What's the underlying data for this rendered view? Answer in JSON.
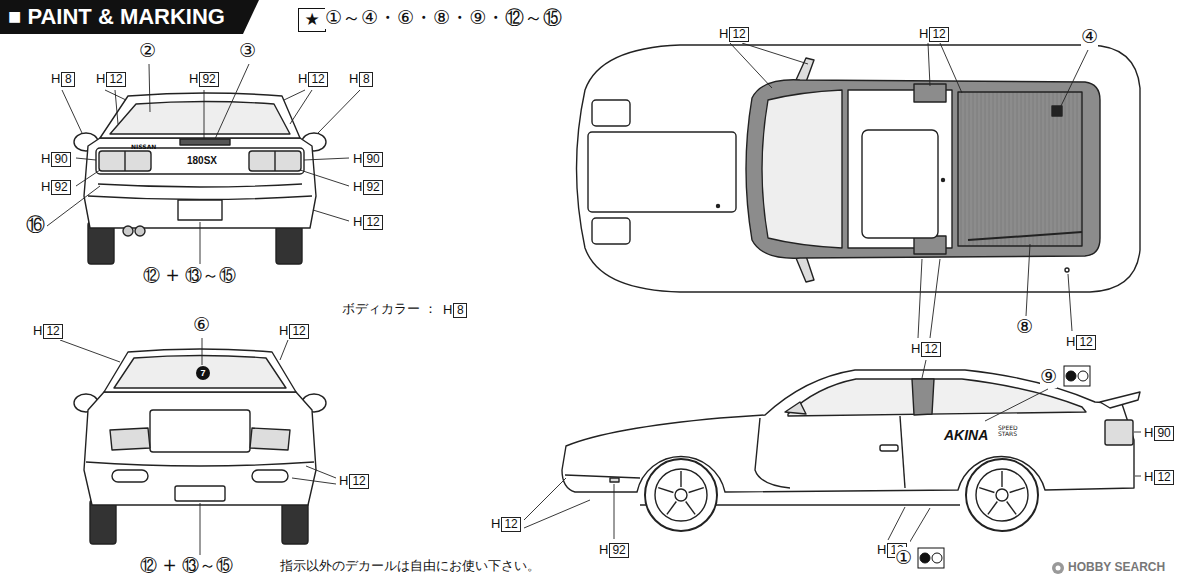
{
  "diagram": {
    "title": "■ PAINT & MARKING",
    "nodes": [
      {
        "text": [
          "★"
        ]
      },
      {
        "text": [
          "H",
          "8"
        ]
      },
      {
        "text": [
          "H",
          "12"
        ]
      },
      {
        "text": [
          "H",
          "92"
        ]
      },
      {
        "text": [
          "H",
          "12"
        ]
      },
      {
        "text": [
          "H",
          "8"
        ]
      },
      {
        "text": [
          "H",
          "90"
        ]
      },
      {
        "text": [
          "H",
          "90"
        ]
      },
      {
        "text": [
          "H",
          "92"
        ]
      },
      {
        "text": [
          "H",
          "92"
        ]
      },
      {
        "text": [
          "H",
          "12"
        ]
      },
      {
        "text": [
          "H",
          "8"
        ]
      },
      {
        "text": [
          "H",
          "12"
        ]
      },
      {
        "text": [
          "H",
          "12"
        ]
      },
      {
        "text": [
          "H",
          "12"
        ]
      },
      {
        "text": [
          "H",
          "12"
        ]
      },
      {
        "text": [
          "H",
          "12"
        ]
      },
      {
        "text": [
          "H",
          "12"
        ]
      },
      {
        "text": [
          "H",
          "12"
        ]
      },
      {
        "text": [
          "H",
          "90"
        ]
      },
      {
        "text": [
          "H",
          "12"
        ]
      },
      {
        "text": [
          "H",
          "12"
        ]
      },
      {
        "text": [
          "H",
          "92"
        ]
      },
      {
        "text": [
          "H",
          "12"
        ]
      },
      {
        "text": [
          "7"
        ]
      }
    ],
    "labels": [
      "①～④・⑥・⑧・⑨・⑫～⑮",
      "②",
      "③",
      "NISSAN",
      "180SX",
      "⑯",
      "⑫ + ⑬～⑮",
      "ボディカラー ：",
      "④",
      "⑥",
      "⑧",
      "⑨",
      "AKINA",
      "SPEED STARS",
      "⑫ + ⑬～⑮",
      "①",
      "指示以外のデカールは自由にお使い下さい。",
      "HOBBY SEARCH"
    ]
  }
}
